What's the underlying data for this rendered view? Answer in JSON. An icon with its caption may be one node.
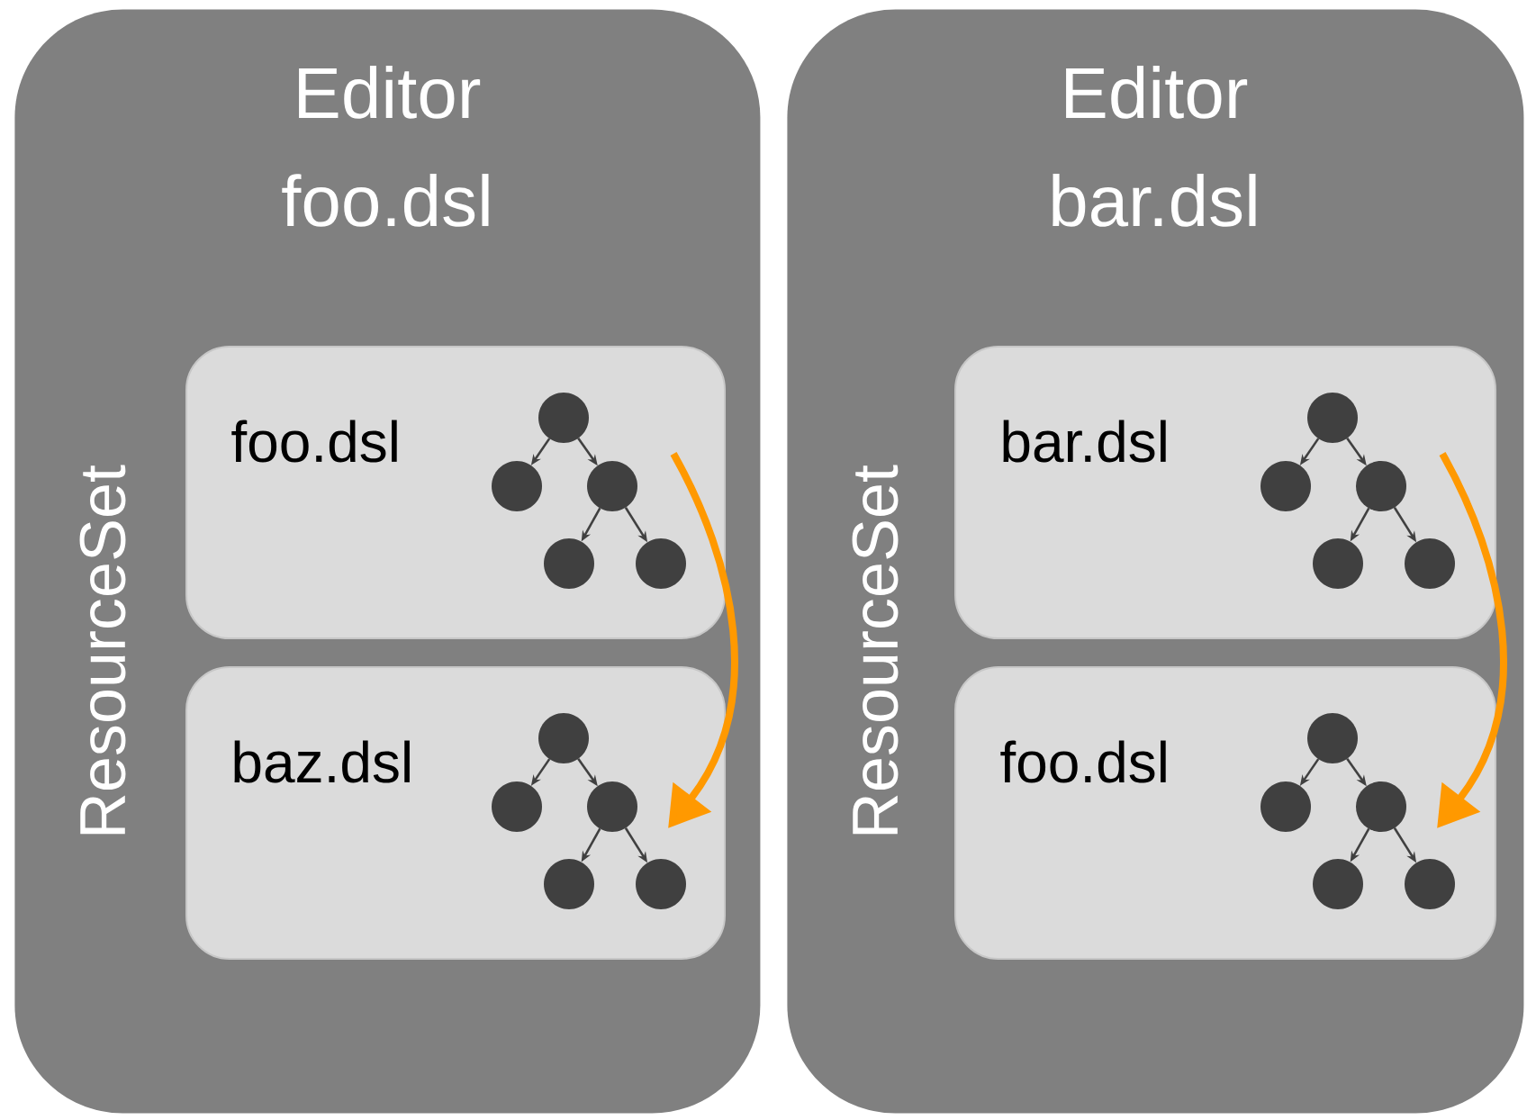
{
  "diagram": {
    "nodes": [
      {
        "text": [
          "Editor foo.dsl",
          "ResourceSet"
        ]
      },
      {
        "text": [
          "foo.dsl"
        ],
        "in": 0
      },
      {
        "text": [
          "baz.dsl"
        ],
        "in": 0
      },
      {
        "text": [
          "Editor bar.dsl",
          "ResourceSet"
        ]
      },
      {
        "text": [
          "bar.dsl"
        ],
        "in": 3
      },
      {
        "text": [
          "foo.dsl"
        ],
        "in": 3
      }
    ],
    "edges": [
      {
        "from": 1,
        "to": 2,
        "arrow": "to"
      },
      {
        "from": 4,
        "to": 5,
        "arrow": "to"
      }
    ]
  }
}
